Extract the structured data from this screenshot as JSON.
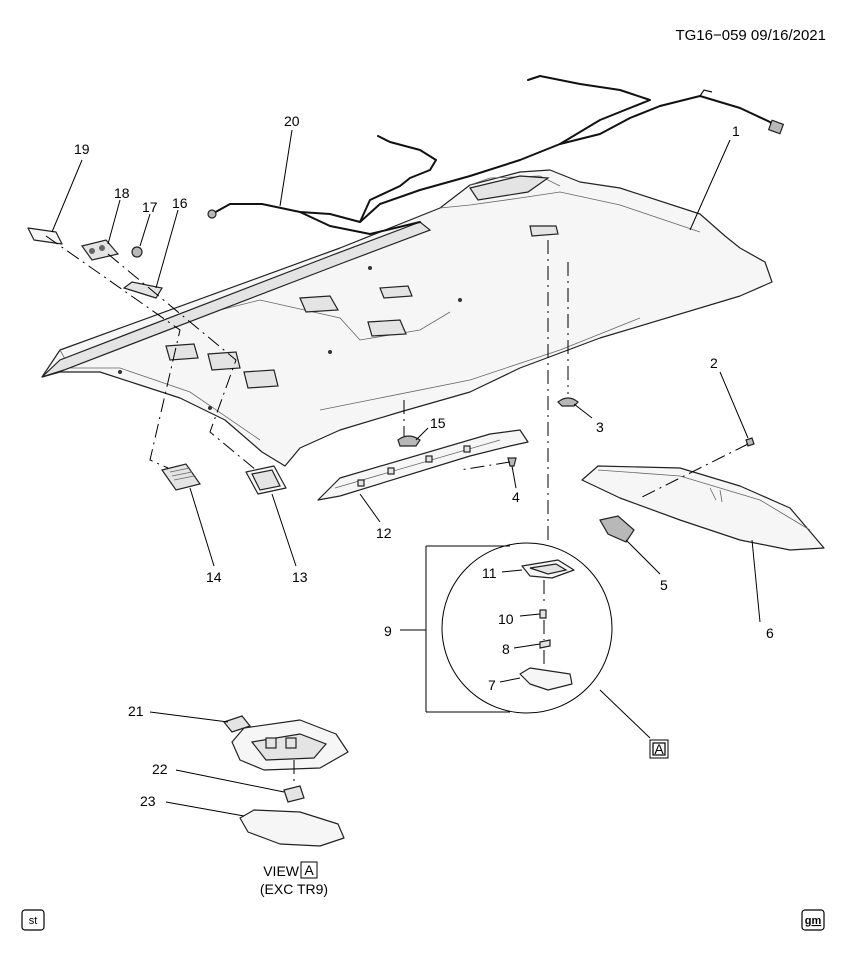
{
  "header": {
    "code": "TG16−059  09/16/2021"
  },
  "callouts": {
    "c1": "1",
    "c2": "2",
    "c3": "3",
    "c4": "4",
    "c5": "5",
    "c6": "6",
    "c7": "7",
    "c8": "8",
    "c9": "9",
    "c10": "10",
    "c11": "11",
    "c12": "12",
    "c13": "13",
    "c14": "14",
    "c15": "15",
    "c16": "16",
    "c17": "17",
    "c18": "18",
    "c19": "19",
    "c20": "20",
    "c21": "21",
    "c22": "22",
    "c23": "23"
  },
  "view_ref": "A",
  "view_label": {
    "word": "VIEW",
    "box": "A",
    "note": "(EXC TR9)"
  },
  "corner_icons": {
    "left": "st",
    "right": "gm"
  }
}
